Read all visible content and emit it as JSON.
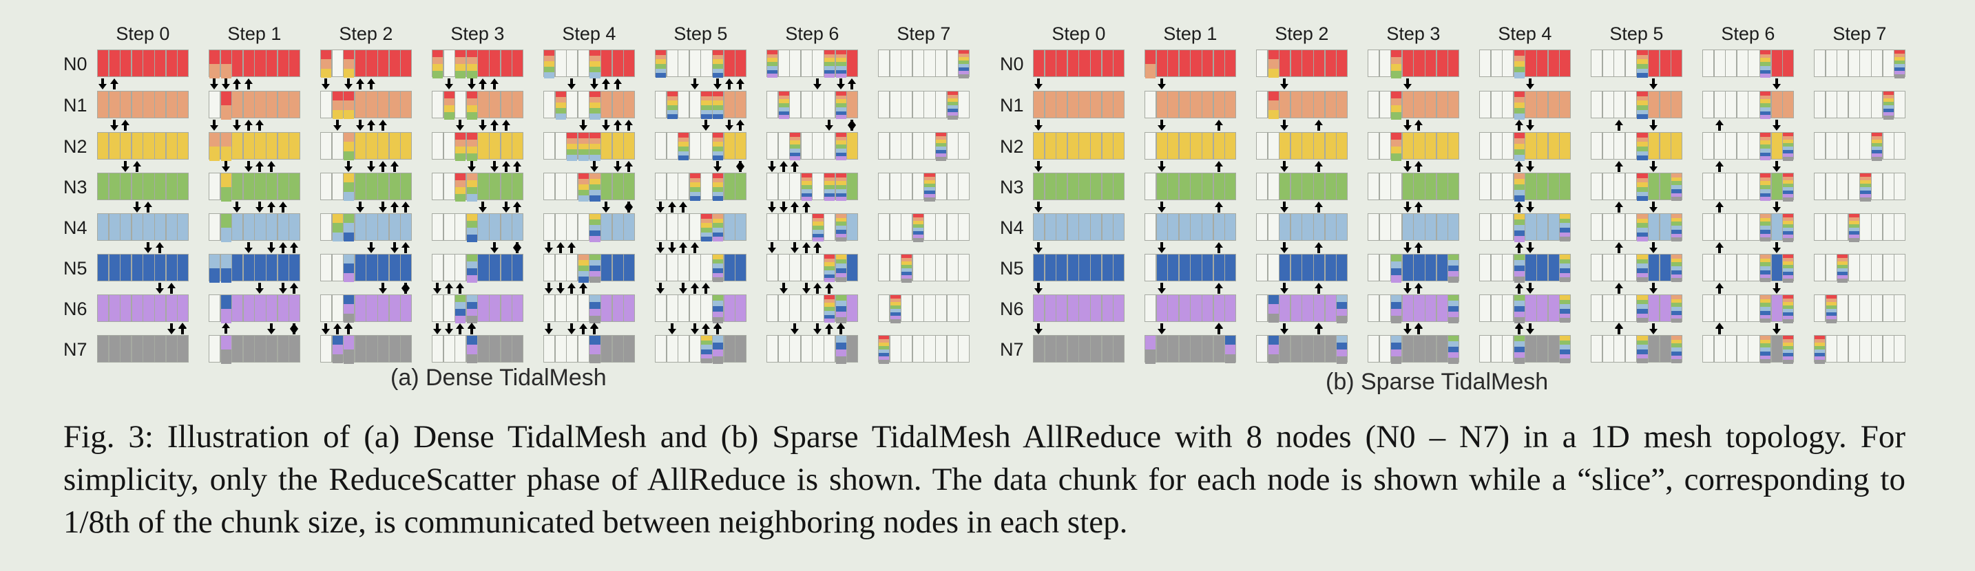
{
  "steps": [
    "Step 0",
    "Step 1",
    "Step 2",
    "Step 3",
    "Step 4",
    "Step 5",
    "Step 6",
    "Step 7"
  ],
  "nodes": [
    "N0",
    "N1",
    "N2",
    "N3",
    "N4",
    "N5",
    "N6",
    "N7"
  ],
  "panels": [
    {
      "id": "dense",
      "title": "(a) Dense TidalMesh"
    },
    {
      "id": "sparse",
      "title": "(b) Sparse TidalMesh"
    }
  ],
  "node_colors": [
    "#e8464a",
    "#e7a27a",
    "#ecc94c",
    "#8fc066",
    "#9ebfda",
    "#3b6ab5",
    "#bf94e2",
    "#9a9a9a"
  ],
  "slices_per_chunk": 8,
  "caption": "Fig. 3: Illustration of (a) Dense TidalMesh and (b) Sparse TidalMesh AllReduce with 8 nodes (N0 – N7) in a 1D mesh topology. For simplicity, only the ReduceScatter phase of AllReduce is shown. The data chunk for each node is shown while a “slice”, corresponding to 1/8th of the chunk size, is communicated between neighboring nodes in each step."
}
